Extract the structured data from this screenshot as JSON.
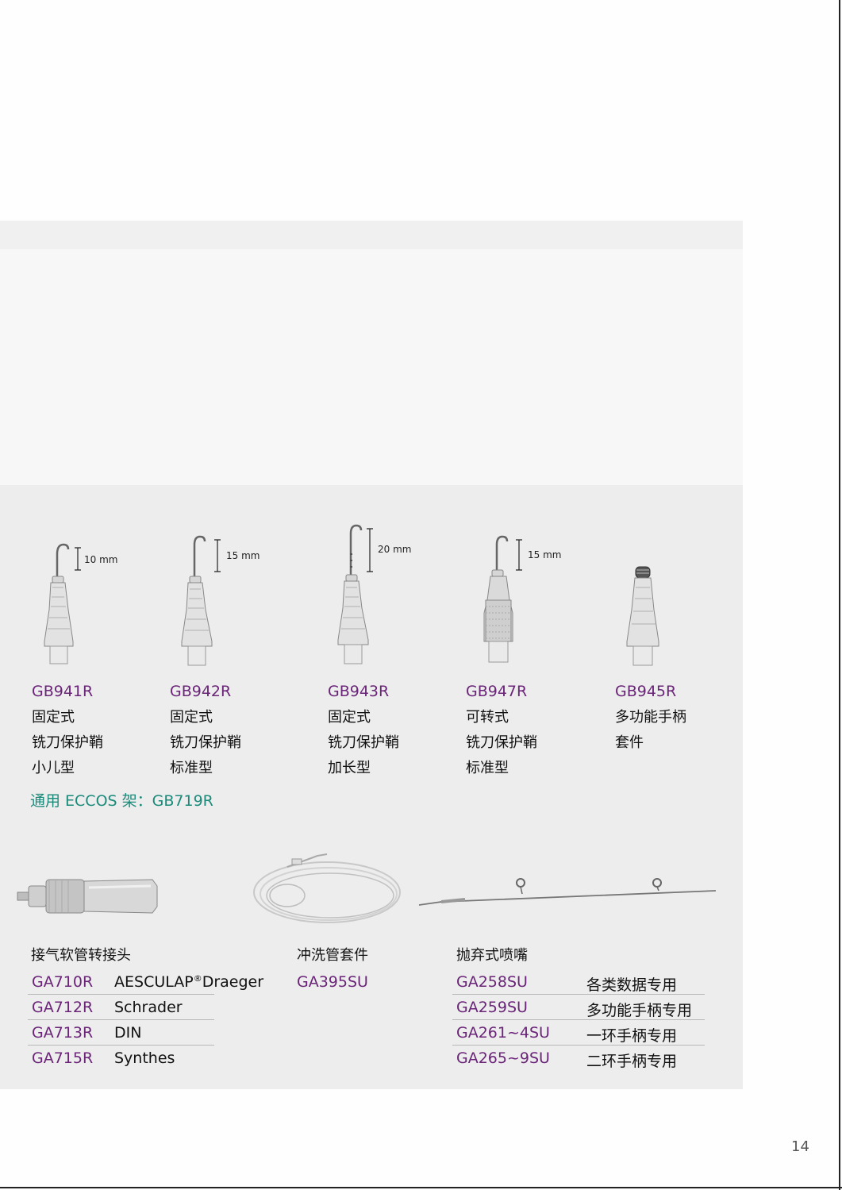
{
  "shields": [
    {
      "code": "GB941R",
      "lines": [
        "固定式",
        "铣刀保护鞘",
        "小儿型"
      ],
      "dim": "10 mm"
    },
    {
      "code": "GB942R",
      "lines": [
        "固定式",
        "铣刀保护鞘",
        "标准型"
      ],
      "dim": "15 mm"
    },
    {
      "code": "GB943R",
      "lines": [
        "固定式",
        "铣刀保护鞘",
        "加长型"
      ],
      "dim": "20 mm"
    },
    {
      "code": "GB947R",
      "lines": [
        "可转式",
        "铣刀保护鞘",
        "标准型"
      ],
      "dim": "15 mm"
    },
    {
      "code": "GB945R",
      "lines": [
        "多功能手柄",
        "套件"
      ]
    }
  ],
  "eccos_note": "通用 ECCOS 架：GB719R",
  "hose_adapter": {
    "heading": "接气软管转接头",
    "rows": [
      {
        "code": "GA710R",
        "brand": "AESCULAP",
        "mark": "®",
        "brand2": "Draeger"
      },
      {
        "code": "GA712R",
        "brand": "Schrader"
      },
      {
        "code": "GA713R",
        "brand": "DIN"
      },
      {
        "code": "GA715R",
        "brand": "Synthes"
      }
    ]
  },
  "irrigation_set": {
    "heading": "冲洗管套件",
    "code": "GA395SU"
  },
  "nozzles": {
    "heading": "抛弃式喷嘴",
    "rows": [
      {
        "code": "GA258SU",
        "use": "各类数据专用"
      },
      {
        "code": "GA259SU",
        "use": "多功能手柄专用"
      },
      {
        "code": "GA261~4SU",
        "use": "一环手柄专用"
      },
      {
        "code": "GA265~9SU",
        "use": "二环手柄专用"
      }
    ]
  },
  "page_number": "14"
}
